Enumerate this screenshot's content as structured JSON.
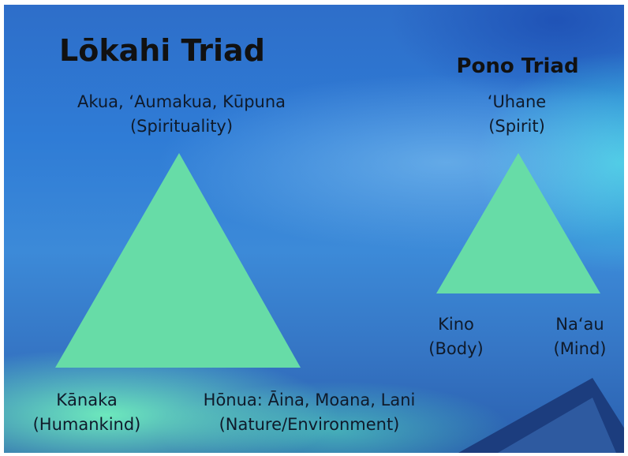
{
  "lokahi": {
    "title": "Lōkahi Triad",
    "top_line1": "Akua, ‘Aumakua, Kūpuna",
    "top_line2": "(Spirituality)",
    "left_line1": "Kānaka",
    "left_line2": "(Humankind)",
    "right_line1": "Hōnua: Āina, Moana, Lani",
    "right_line2": "(Nature/Environment)"
  },
  "pono": {
    "title": "Pono Triad",
    "top_line1": "‘Uhane",
    "top_line2": "(Spirit)",
    "left_line1": "Kino",
    "left_line2": "(Body)",
    "right_line1": "Na‘au",
    "right_line2": "(Mind)"
  },
  "colors": {
    "triangle": "#67dca7",
    "text": "#111111"
  }
}
